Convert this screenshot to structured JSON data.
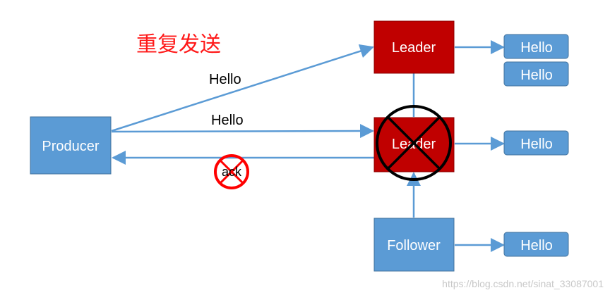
{
  "title": "重复发送",
  "nodes": {
    "producer": "Producer",
    "leader_top": "Leader",
    "leader_crossed": "Leader",
    "follower": "Follower",
    "msg_top_1": "Hello",
    "msg_top_2": "Hello",
    "msg_mid": "Hello",
    "msg_bottom": "Hello"
  },
  "edges": {
    "send_to_leader_label": "Hello",
    "send_to_crossed_leader_label": "Hello",
    "ack_label": "ack"
  },
  "watermark": "https://blog.csdn.net/sinat_33087001",
  "colors": {
    "blue_box": "#5b9bd5",
    "blue_box_border": "#41719c",
    "red_box": "#c00000",
    "red_box_border": "#8b0000",
    "arrow": "#5b9bd5",
    "title": "#ff1a1a",
    "crossed_circle": "#000000",
    "ack_circle": "#ff0000"
  }
}
